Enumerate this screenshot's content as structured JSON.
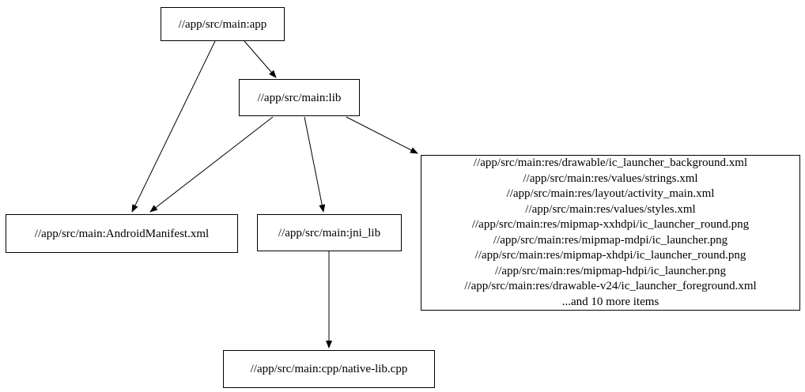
{
  "diagram": {
    "type": "dependency-graph",
    "colors": {
      "background": "#ffffff",
      "node_fill": "#ffffff",
      "node_border": "#000000",
      "edge": "#000000",
      "text": "#000000"
    },
    "nodes": {
      "app": {
        "label": "//app/src/main:app"
      },
      "lib": {
        "label": "//app/src/main:lib"
      },
      "manifest": {
        "label": "//app/src/main:AndroidManifest.xml"
      },
      "jni_lib": {
        "label": "//app/src/main:jni_lib"
      },
      "native_lib": {
        "label": "//app/src/main:cpp/native-lib.cpp"
      },
      "res": {
        "lines": [
          "//app/src/main:res/drawable/ic_launcher_background.xml",
          "//app/src/main:res/values/strings.xml",
          "//app/src/main:res/layout/activity_main.xml",
          "//app/src/main:res/values/styles.xml",
          "//app/src/main:res/mipmap-xxhdpi/ic_launcher_round.png",
          "//app/src/main:res/mipmap-mdpi/ic_launcher.png",
          "//app/src/main:res/mipmap-xhdpi/ic_launcher_round.png",
          "//app/src/main:res/mipmap-hdpi/ic_launcher.png",
          "//app/src/main:res/drawable-v24/ic_launcher_foreground.xml",
          "...and 10 more items"
        ]
      }
    },
    "edges": [
      {
        "from": "app",
        "to": "manifest"
      },
      {
        "from": "app",
        "to": "lib"
      },
      {
        "from": "lib",
        "to": "manifest"
      },
      {
        "from": "lib",
        "to": "jni_lib"
      },
      {
        "from": "lib",
        "to": "res"
      },
      {
        "from": "jni_lib",
        "to": "native_lib"
      }
    ]
  }
}
